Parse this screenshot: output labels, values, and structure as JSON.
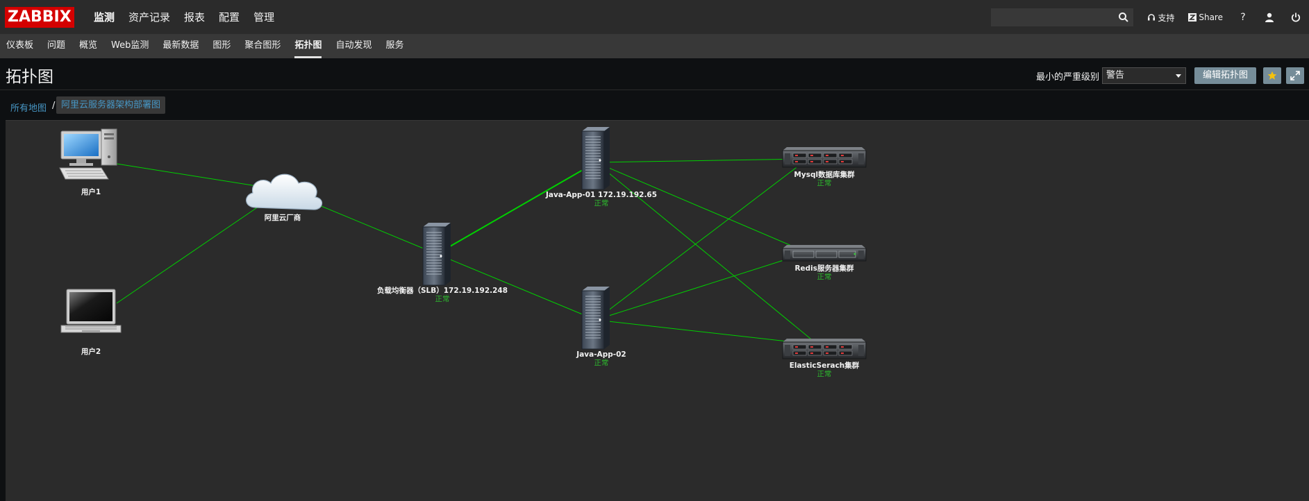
{
  "header": {
    "logo": "ZABBIX",
    "menu": [
      {
        "label": "监测",
        "active": true
      },
      {
        "label": "资产记录"
      },
      {
        "label": "报表"
      },
      {
        "label": "配置"
      },
      {
        "label": "管理"
      }
    ],
    "search": {
      "value": "",
      "placeholder": ""
    },
    "support_label": "支持",
    "share_label": "Share",
    "help_label": "?"
  },
  "subnav": [
    {
      "label": "仪表板"
    },
    {
      "label": "问题"
    },
    {
      "label": "概览"
    },
    {
      "label": "Web监测"
    },
    {
      "label": "最新数据"
    },
    {
      "label": "图形"
    },
    {
      "label": "聚合图形"
    },
    {
      "label": "拓扑图",
      "active": true
    },
    {
      "label": "自动发现"
    },
    {
      "label": "服务"
    }
  ],
  "page": {
    "title": "拓扑图",
    "severity_label": "最小的严重级别",
    "severity_value": "警告",
    "edit_button": "编辑拓扑图"
  },
  "breadcrumb": {
    "root": "所有地图",
    "separator": "/",
    "current": "阿里云服务器架构部署图"
  },
  "map": {
    "link_color": "#00d000",
    "status_color": "#2db82d",
    "nodes": {
      "user1": {
        "label": "用户1",
        "status": "",
        "icon": "desktop-computer-icon"
      },
      "user2": {
        "label": "用户2",
        "status": "",
        "icon": "laptop-icon"
      },
      "cloud": {
        "label": "阿里云厂商",
        "status": "",
        "icon": "cloud-icon"
      },
      "slb": {
        "label": "负载均衡器（SLB）172.19.192.248",
        "status": "正常",
        "icon": "tower-server-icon"
      },
      "app1": {
        "label": "Java-App-01 172.19.192.65",
        "status": "正常",
        "icon": "tower-server-icon"
      },
      "app2": {
        "label": "Java-App-02",
        "status": "正常",
        "icon": "tower-server-icon"
      },
      "mysql": {
        "label": "Mysql数据库集群",
        "status": "正常",
        "icon": "rack-server-icon"
      },
      "redis": {
        "label": "Redis服务器集群",
        "status": "正常",
        "icon": "rack-server-icon"
      },
      "es": {
        "label": "ElasticSerach集群",
        "status": "正常",
        "icon": "rack-server-icon"
      }
    },
    "links": [
      [
        "user1",
        "cloud"
      ],
      [
        "user2",
        "cloud"
      ],
      [
        "cloud",
        "slb"
      ],
      [
        "slb",
        "app1"
      ],
      [
        "slb",
        "app2"
      ],
      [
        "app1",
        "mysql"
      ],
      [
        "app1",
        "redis"
      ],
      [
        "app1",
        "es"
      ],
      [
        "app2",
        "mysql"
      ],
      [
        "app2",
        "redis"
      ],
      [
        "app2",
        "es"
      ]
    ]
  }
}
